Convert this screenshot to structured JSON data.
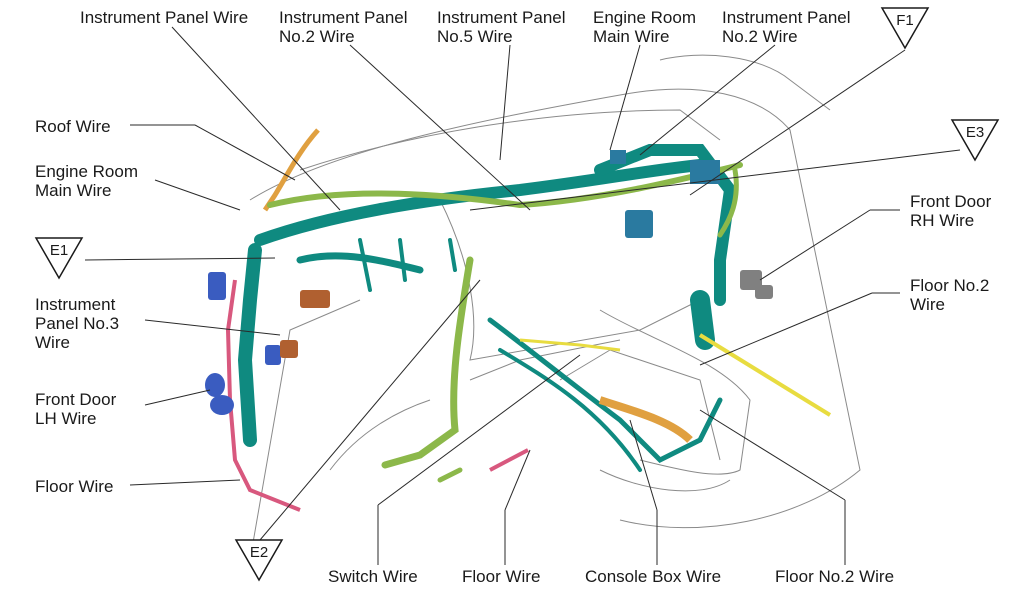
{
  "labels": {
    "instrument_panel_wire": "Instrument Panel Wire",
    "instrument_panel_no2_wire_top": "Instrument Panel\nNo.2 Wire",
    "instrument_panel_no5_wire": "Instrument Panel\nNo.5 Wire",
    "engine_room_main_wire_top": "Engine Room\nMain Wire",
    "instrument_panel_no2_wire_right": "Instrument Panel\nNo.2 Wire",
    "roof_wire": "Roof Wire",
    "engine_room_main_wire_left": "Engine Room\nMain Wire",
    "instrument_panel_no3_wire": "Instrument\nPanel No.3\nWire",
    "front_door_lh_wire": "Front Door\nLH Wire",
    "floor_wire_left": "Floor Wire",
    "front_door_rh_wire": "Front Door\nRH Wire",
    "floor_no2_wire_right": "Floor No.2\nWire",
    "switch_wire": "Switch Wire",
    "floor_wire_bottom": "Floor Wire",
    "console_box_wire": "Console Box Wire",
    "floor_no2_wire_bottom": "Floor No.2 Wire"
  },
  "connectors": {
    "f1": "F1",
    "e3": "E3",
    "e1": "E1",
    "e2": "E2"
  },
  "colors": {
    "teal_wire": "#0f8a80",
    "green_wire": "#8cb84a",
    "pink_wire": "#d8587e",
    "yellow_wire": "#e8dc40",
    "orange_wire": "#e0a040",
    "blue_wire": "#3a5cc0",
    "outline": "#8a8a8a"
  }
}
